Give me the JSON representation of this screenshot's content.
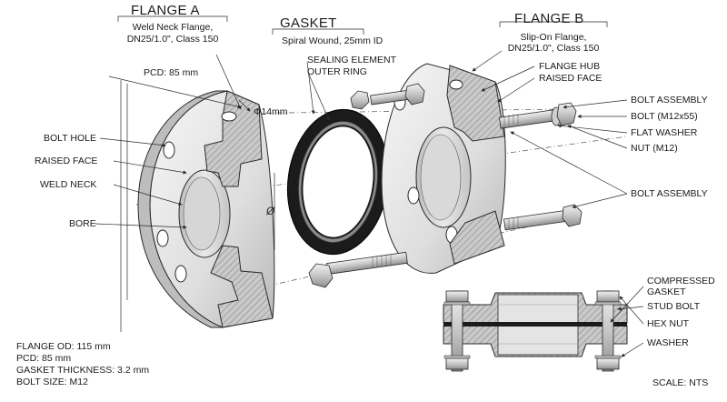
{
  "colors": {
    "metal_light": "#eeeeee",
    "metal_mid": "#d4d4d4",
    "metal_dark": "#a8a8a8",
    "gasket_black": "#1b1b1b",
    "line": "#2a2a2a"
  },
  "flange_a": {
    "title": "FLANGE A",
    "subtitle_1": "Weld Neck Flange,",
    "subtitle_2": "DN25/1.0\", Class 150",
    "pcd": "PCD: 85 mm",
    "hole_dia": "Φ14mm",
    "labels": {
      "bolt_hole": "BOLT HOLE",
      "raised_face": "RAISED FACE",
      "weld_neck": "WELD NECK",
      "bore": "BORE"
    },
    "dim_symbol": "Ø"
  },
  "gasket": {
    "title": "GASKET",
    "subtitle": "Spiral Wound, 25mm ID",
    "sealing_element": "SEALING ELEMENT",
    "outer_ring": "OUTER RING"
  },
  "flange_b": {
    "title": "FLANGE B",
    "subtitle_1": "Slip-On Flange,",
    "subtitle_2": "DN25/1.0\", Class 150",
    "labels": {
      "flange_hub": "FLANGE HUB",
      "raised_face": "RAISED FACE"
    }
  },
  "bolt_assembly": {
    "label_1": "BOLT ASSEMBLY",
    "bolt": "BOLT (M12x55)",
    "flat_washer": "FLAT WASHER",
    "nut": "NUT (M12)",
    "label_2": "BOLT ASSEMBLY"
  },
  "section": {
    "compressed_gasket_1": "COMPRESSED",
    "compressed_gasket_2": "GASKET",
    "stud_bolt": "STUD BOLT",
    "hex_nut": "HEX NUT",
    "washer": "WASHER"
  },
  "specs": {
    "flange_od": "FLANGE OD: 115 mm",
    "pcd": "PCD: 85 mm",
    "gasket_thickness": "GASKET THICKNESS: 3.2 mm",
    "bolt_size": "BOLT SIZE: M12"
  },
  "scale": "SCALE: NTS"
}
